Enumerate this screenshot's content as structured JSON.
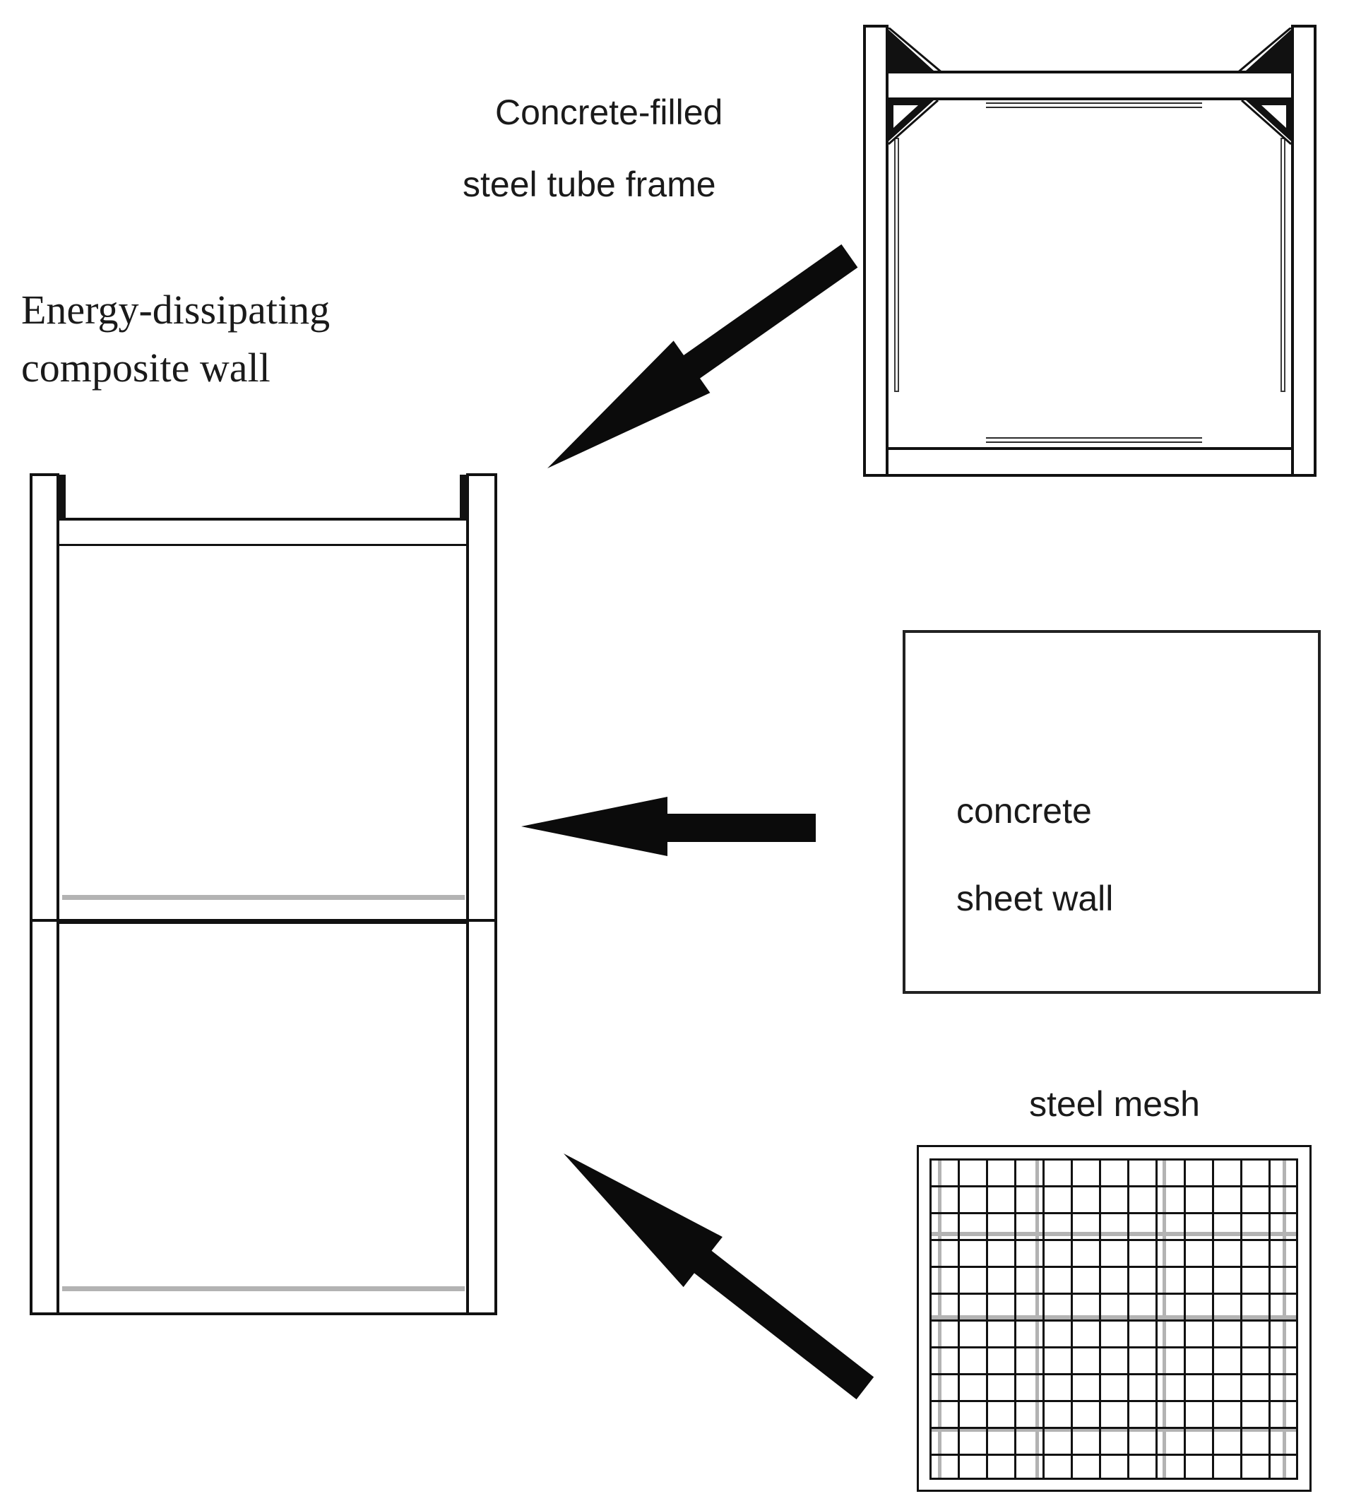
{
  "figure": {
    "type": "assembly-diagram",
    "background": "#ffffff",
    "line_color": "#111111",
    "gray_line_color": "#b3b3b3",
    "labels": {
      "composite_wall": {
        "line1": "Energy-dissipating",
        "line2": "composite wall"
      },
      "steel_frame": {
        "line1": "Concrete-filled",
        "line2": "steel tube frame"
      },
      "concrete_sheet": {
        "line1": "concrete",
        "line2": "sheet wall"
      },
      "steel_mesh": {
        "title": "steel mesh"
      }
    },
    "icons": {
      "arrow_frame_to_wall": "black-block-arrow-down-left",
      "arrow_sheet_to_wall": "black-block-arrow-left",
      "arrow_mesh_to_wall": "black-block-arrow-up-left"
    }
  }
}
